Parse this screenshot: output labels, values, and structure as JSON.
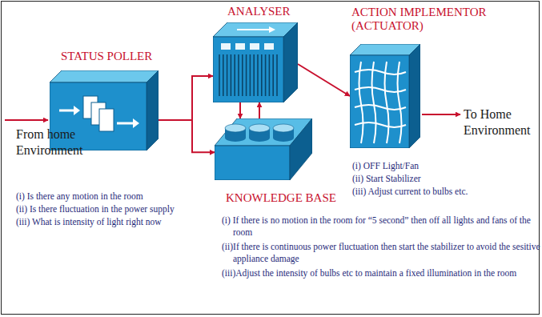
{
  "diagram": {
    "nodes": [
      {
        "text": [
          "STATUS POLLER"
        ]
      },
      {
        "text": [
          "ANALYSER"
        ]
      },
      {
        "text": [
          "KNOWLEDGE BASE"
        ]
      },
      {
        "text": [
          "ACTION IMPLEMENTOR (ACTUATOR)"
        ]
      }
    ],
    "edges": [
      {
        "from": 0,
        "to": 1,
        "arrow": "to"
      },
      {
        "from": 0,
        "to": 2,
        "arrow": "to"
      },
      {
        "from": 1,
        "to": 2,
        "arrow": "to"
      },
      {
        "from": 2,
        "to": 1,
        "arrow": "to"
      },
      {
        "from": 1,
        "to": 3,
        "arrow": "to"
      }
    ],
    "labels": [
      "From home Environment",
      "(i) Is there any motion in the room",
      "(ii) Is there fluctuation in the power supply",
      "(iii) What is intensity of light right now",
      "To Home Environment",
      "(i) OFF Light/Fan",
      "(ii) Start Stabilizer",
      "(iii) Adjust current to bulbs etc.",
      "(i) If there is no motion in the room for “5 second” then off all lights and fans of the room",
      "(ii)If there is continuous power fluctuation then start the stabilizer to avoid the sesitive appliance damage",
      "(iii)Adjust the intensity of bulbs etc to maintain a fixed illumination in the room"
    ]
  }
}
